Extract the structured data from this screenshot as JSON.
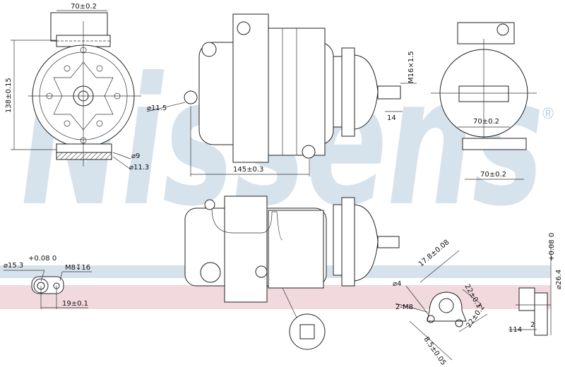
{
  "watermark": {
    "brand": "Nissens",
    "registered": "®",
    "band_colors": [
      "#d6e3ec",
      "#f1d9de"
    ]
  },
  "dimensions": {
    "front_width": "70±0.2",
    "front_height": "138±0.15",
    "mount_hole_small": "⌀9",
    "mount_hole_large": "⌀11.3",
    "side_hole": "⌀11.5",
    "body_length": "145±0.3",
    "thread": "M16×1.5",
    "shaft_length": "14",
    "rear_width_1": "70±0.2",
    "rear_width_2": "70±0.2",
    "port_left_diameter": "⌀15.3",
    "port_left_tol": "+0.08 0",
    "port_left_thread": "M8↧16",
    "port_left_spacing": "19±0.1",
    "port_right_offset": "17.8±0.08",
    "port_right_hole": "⌀4",
    "port_right_thread": "2-M8",
    "port_right_22a": "22±0.1",
    "port_right_22b": "22±0.2",
    "port_right_85": "8.5±0.05",
    "fitting_diameter": "⌀26.4",
    "fitting_tol": "+0.08 0",
    "fitting_length": "114",
    "fitting_step": "2"
  }
}
